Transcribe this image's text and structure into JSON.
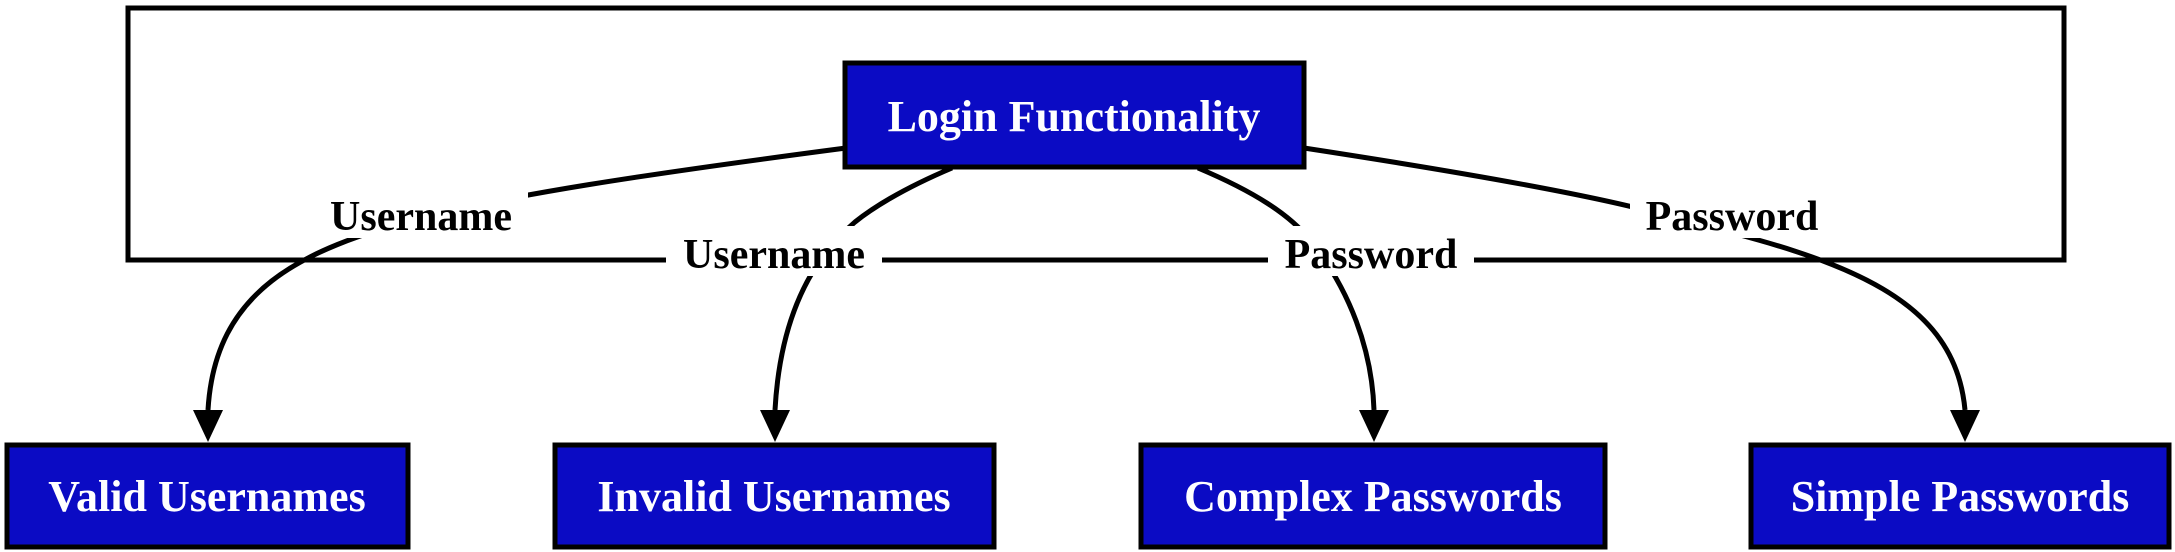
{
  "diagram": {
    "root": {
      "label": "Login Functionality"
    },
    "children": [
      {
        "label": "Valid Usernames"
      },
      {
        "label": "Invalid Usernames"
      },
      {
        "label": "Complex Passwords"
      },
      {
        "label": "Simple Passwords"
      }
    ],
    "edges": [
      {
        "label": "Username",
        "to": "Valid Usernames"
      },
      {
        "label": "Username",
        "to": "Invalid Usernames"
      },
      {
        "label": "Password",
        "to": "Complex Passwords"
      },
      {
        "label": "Password",
        "to": "Simple Passwords"
      }
    ]
  },
  "colors": {
    "node_fill": "#0b0bc4",
    "node_border": "#000000",
    "edge": "#000000",
    "cluster_border": "#000000"
  }
}
